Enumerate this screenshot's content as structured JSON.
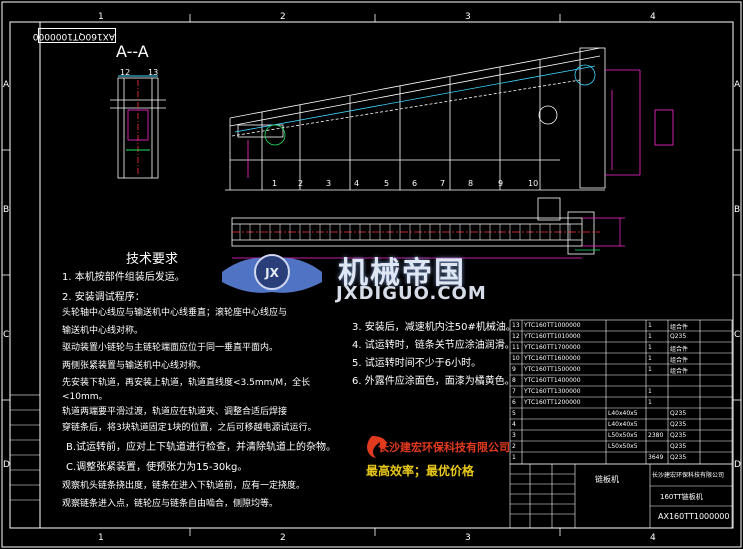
{
  "drawing": {
    "drawing_number": "AX160QT1000000",
    "section_title": "A--A",
    "zone_numbers": [
      "1",
      "2",
      "3",
      "4"
    ],
    "zone_letters": [
      "A",
      "B",
      "C",
      "D"
    ],
    "section_part_labels": [
      "12",
      "13"
    ],
    "front_view_part_labels": [
      "1",
      "2",
      "3",
      "4",
      "5",
      "6",
      "7",
      "8",
      "9",
      "10"
    ]
  },
  "tech_requirements": {
    "heading": "技术要求",
    "items": [
      "1.    本机按部件组装后发运。",
      "2.    安装调试程序：",
      "   头轮轴中心线应与输送机中心线垂直；滚轮座中心线应与",
      "   输送机中心线对称。",
      "   驱动装置小链轮与主链轮端面应位于同一垂直平面内。",
      "   两侧张紧装置与输送机中心线对称。",
      "   先安装下轨道，再安装上轨道，轨道直线度<3.5mm/M，全长",
      "   <10mm。",
      "   轨道两端要平滑过渡，轨道应在轨道夹、调整合适后焊接",
      "   穿链条后，将3块轨道固定1块的位置，之后可移越电源试运行。",
      "B.试运转前，应对上下轨道进行检查，并清除轨道上的杂物。",
      "C.调整张紧装置，使预张力为15-30kg。",
      "   观察机头链条挠出度，链条在进入下轨道前，应有一定挠度。",
      "   观察链条进入点，链轮应与链条自由啮合，侧隙均等。"
    ],
    "items_right": [
      "3.    安装后，减速机内注50#机械油。",
      "4.    试运转时，链条关节应涂油润滑。",
      "5.    试运转时间不少于6小时。",
      "6.    外露件应涂面色，面漆为橘黄色。"
    ]
  },
  "watermark": {
    "title": "机械帝国",
    "domain": "JXDIGUO.COM"
  },
  "company": {
    "name": "长沙建宏环保科技有限公司",
    "slogan": "最高效率；最优价格"
  },
  "bom_rows": [
    {
      "no": "13",
      "code": "YTC160TT1000000",
      "name": "",
      "qty": "1",
      "mat": "组合件"
    },
    {
      "no": "12",
      "code": "YTC160TT1010000",
      "name": "",
      "qty": "1",
      "mat": "Q235"
    },
    {
      "no": "11",
      "code": "YTC160TT1700000",
      "name": "",
      "qty": "1",
      "mat": "组合件"
    },
    {
      "no": "10",
      "code": "YTC160TT1600000",
      "name": "",
      "qty": "1",
      "mat": "组合件"
    },
    {
      "no": "9",
      "code": "YTC160TT1500000",
      "name": "",
      "qty": "1",
      "mat": "组合件"
    },
    {
      "no": "8",
      "code": "YTC160TT1400000",
      "name": "",
      "qty": "",
      "mat": ""
    },
    {
      "no": "7",
      "code": "YTC160TT1300000",
      "name": "",
      "qty": "1",
      "mat": ""
    },
    {
      "no": "6",
      "code": "YTC160TT1200000",
      "name": "",
      "qty": "1",
      "mat": ""
    },
    {
      "no": "5",
      "code": "",
      "name": "L40x40x5",
      "qty": "",
      "mat": "Q235"
    },
    {
      "no": "4",
      "code": "",
      "name": "L40x40x5",
      "qty": "",
      "mat": "Q235"
    },
    {
      "no": "3",
      "code": "",
      "name": "L50x50x5",
      "qty": "2380",
      "mat": "Q235"
    },
    {
      "no": "2",
      "code": "",
      "name": "L50x50x5",
      "qty": "",
      "mat": "Q235"
    },
    {
      "no": "1",
      "code": "",
      "name": "",
      "qty": "3649",
      "mat": "Q235"
    }
  ],
  "title_block": {
    "part_name": "链板机",
    "model": "160TT链板机",
    "company_small": "长沙建宏环保科技有限公司",
    "drawing_number": "AX160TT1000000"
  },
  "colors": {
    "line": "#ffffff",
    "frame": "#ffffff",
    "magenta": "#ff2bd6",
    "cyan": "#3fd6ff",
    "red": "#ff3030",
    "green": "#20e060",
    "yellow": "#e8c81a",
    "blue": "#5a7fd8"
  }
}
